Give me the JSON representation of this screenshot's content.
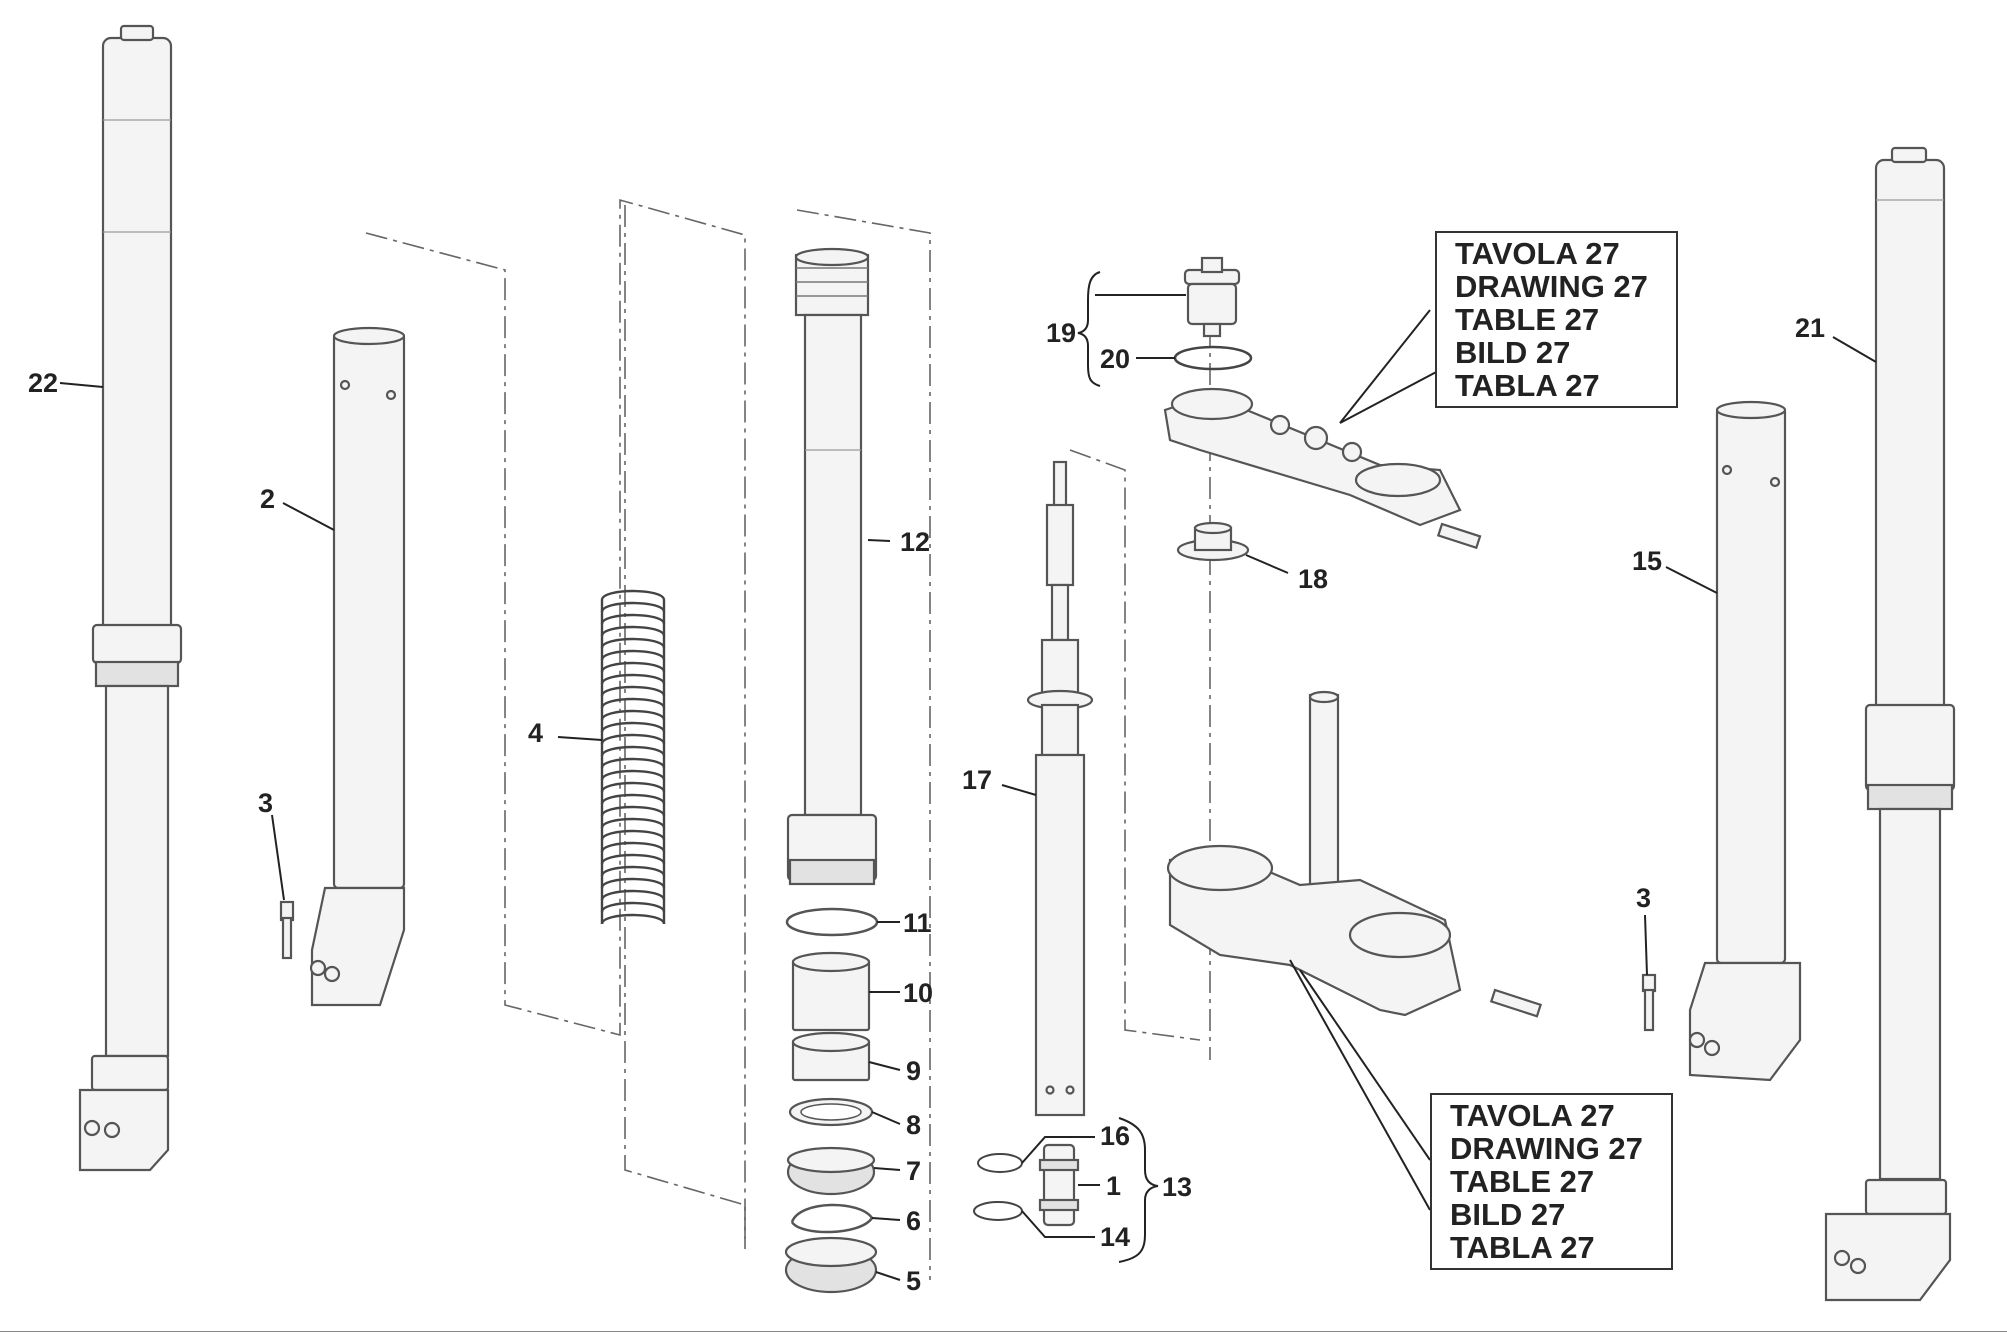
{
  "callouts": {
    "top": [
      "TAVOLA 27",
      "DRAWING 27",
      "TABLE 27",
      "BILD 27",
      "TABLA 27"
    ],
    "bottom": [
      "TAVOLA 27",
      "DRAWING 27",
      "TABLE 27",
      "BILD 27",
      "TABLA 27"
    ]
  },
  "part_labels": {
    "p1": "1",
    "p2": "2",
    "p3a": "3",
    "p3b": "3",
    "p4": "4",
    "p5": "5",
    "p6": "6",
    "p7": "7",
    "p8": "8",
    "p9": "9",
    "p10": "10",
    "p11": "11",
    "p12": "12",
    "p13": "13",
    "p14": "14",
    "p15": "15",
    "p16": "16",
    "p17": "17",
    "p18": "18",
    "p19": "19",
    "p20": "20",
    "p21": "21",
    "p22": "22"
  }
}
